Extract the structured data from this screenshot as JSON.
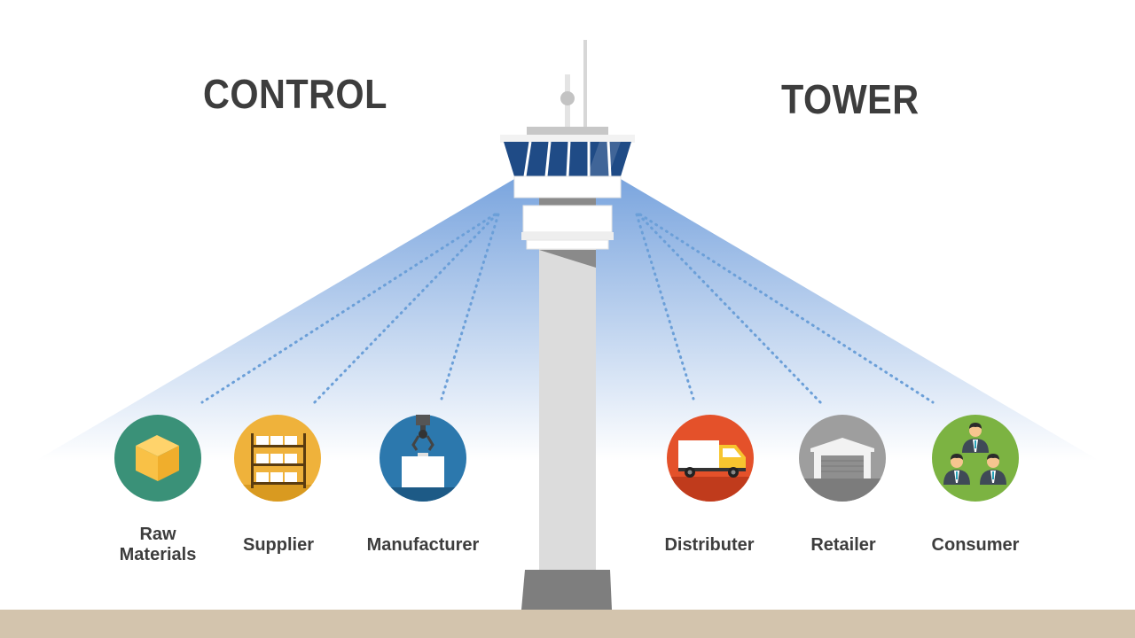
{
  "title_left": "CONTROL",
  "title_right": "TOWER",
  "nodes": [
    {
      "label": "Raw\nMaterials",
      "icon": "box-icon",
      "color": "#3a9178"
    },
    {
      "label": "Supplier",
      "icon": "shelf-icon",
      "color": "#efb23b"
    },
    {
      "label": "Manufacturer",
      "icon": "robotic-arm-icon",
      "color": "#2c78ad"
    },
    {
      "label": "Distributer",
      "icon": "truck-icon",
      "color": "#e4512a"
    },
    {
      "label": "Retailer",
      "icon": "warehouse-icon",
      "color": "#9e9e9e"
    },
    {
      "label": "Consumer",
      "icon": "people-icon",
      "color": "#7cb342"
    }
  ],
  "colors": {
    "ground": "#d3c4ad",
    "tower": "#dcdcdc",
    "window": "#1f4b86",
    "beam": "#5a8fd6",
    "text": "#3d3d3d"
  }
}
